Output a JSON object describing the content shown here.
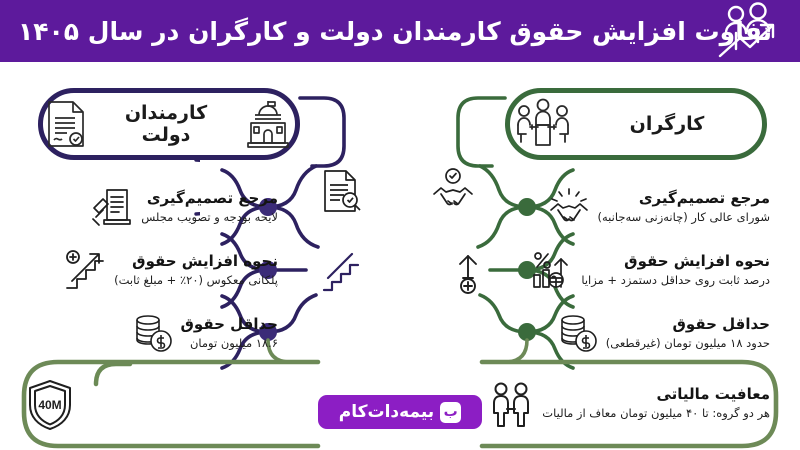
{
  "header": {
    "title": "تفاوت افزایش حقوق کارمندان دولت و کارگران در سال ۱۴۰۵",
    "icon": "people-growth-arrow-icon",
    "bg_color": "#5d1a9c",
    "text_color": "#ffffff"
  },
  "theme": {
    "purple": "#2d2160",
    "green": "#3a6b3c",
    "logo_purple": "#8c1ec4",
    "ink": "#141414"
  },
  "columns": [
    {
      "id": "government-employees",
      "title": "کارمندان دولت",
      "accent": "#2d2160",
      "head_icon_left": "government-building-icon",
      "head_icon_right": "signed-document-icon",
      "rows": [
        {
          "id": "decision-authority",
          "title": "مرجع تصمیم‌گیری",
          "subtitle": "لایحه بودجه و تصویب مجلس",
          "icon": "gavel-document-icon",
          "mirror_icon": "document-search-icon"
        },
        {
          "id": "raise-method",
          "title": "نحوه افزایش حقوق",
          "subtitle": "پلکانی معکوس (۲۰٪ + مبلغ ثابت)",
          "icon": "stairs-up-arrow-plus-icon",
          "mirror_icon": "step-chart-icon"
        },
        {
          "id": "minimum-salary",
          "title": "حداقل حقوق",
          "subtitle": "۱۸.۶ میلیون تومان",
          "icon": "coins-dollar-icon",
          "mirror_icon": ""
        }
      ]
    },
    {
      "id": "workers",
      "title": "کارگران",
      "accent": "#3a6b3c",
      "head_icon_left": "",
      "head_icon_right": "meeting-table-people-icon",
      "rows": [
        {
          "id": "decision-authority",
          "title": "مرجع تصمیم‌گیری",
          "subtitle": "شورای عالی کار (چانه‌زنی سه‌جانبه)",
          "icon": "handshake-spark-icon",
          "mirror_icon": "handshake-check-icon"
        },
        {
          "id": "raise-method",
          "title": "نحوه افزایش حقوق",
          "subtitle": "درصد ثابت روی حداقل دستمزد + مزایا",
          "icon": "percent-bar-chart-up-icon",
          "mirror_icon": "arrow-up-plus-icon"
        },
        {
          "id": "minimum-salary",
          "title": "حداقل حقوق",
          "subtitle": "حدود ۱۸ میلیون تومان (غیرقطعی)",
          "icon": "coins-dollar-icon",
          "mirror_icon": ""
        }
      ]
    }
  ],
  "footer": {
    "tax": {
      "title": "معافیت مالیاتی",
      "subtitle": "هر دو گروه: تا ۴۰ میلیون تومان معاف از مالیات",
      "icon": "two-people-holding-hands-icon"
    },
    "shield": {
      "label": "40M",
      "icon": "shield-icon"
    },
    "logo": {
      "text": "بیمه‌دات‌کام",
      "badge": "ب",
      "icon": "bimeh-logo-icon"
    }
  }
}
